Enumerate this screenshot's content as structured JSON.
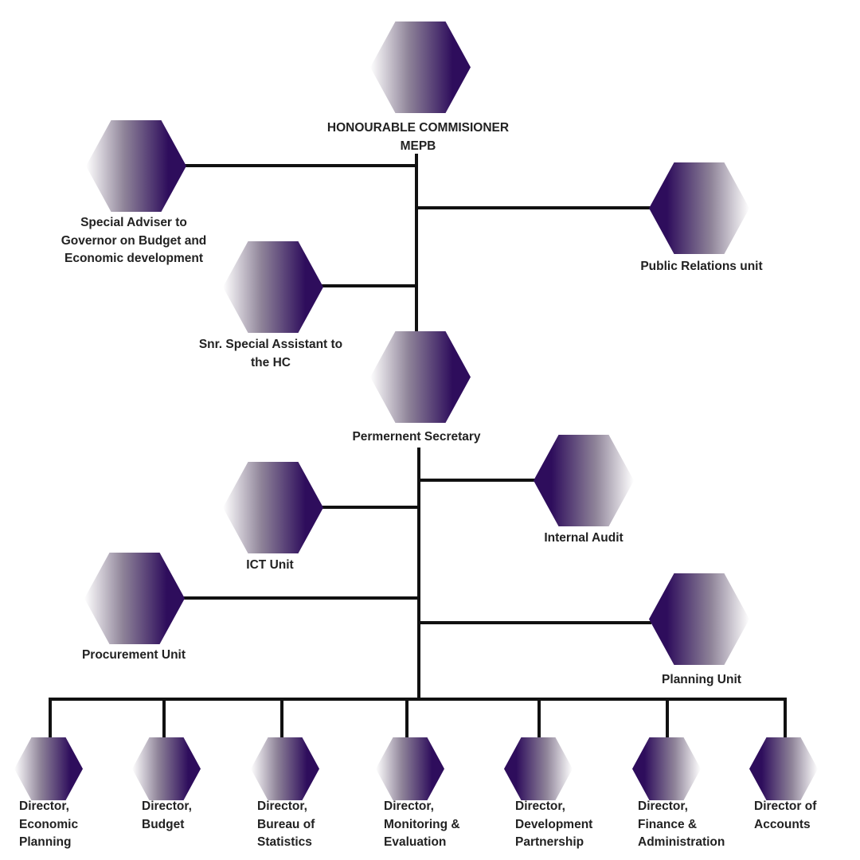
{
  "colors": {
    "hex_dark": "#2e0d5c",
    "line": "#111111",
    "text": "#222222"
  },
  "nodes": {
    "commissioner": {
      "line1": "HONOURABLE COMMISIONER",
      "line2": "MEPB"
    },
    "special_adviser": {
      "line1": "Special Adviser to",
      "line2": "Governor on Budget and",
      "line3": "Economic development"
    },
    "public_relations": {
      "line1": "Public Relations unit"
    },
    "snr_special_assistant": {
      "line1": "Snr. Special Assistant to",
      "line2": "the HC"
    },
    "permanent_secretary": {
      "line1": "Permernent Secretary"
    },
    "internal_audit": {
      "line1": "Internal Audit"
    },
    "ict_unit": {
      "line1": "ICT Unit"
    },
    "procurement_unit": {
      "line1": "Procurement Unit"
    },
    "planning_unit": {
      "line1": "Planning Unit"
    }
  },
  "directors": [
    {
      "line1": "Director,",
      "line2": "Economic",
      "line3": "Planning"
    },
    {
      "line1": "Director,",
      "line2": "Budget",
      "line3": ""
    },
    {
      "line1": "Director,",
      "line2": "Bureau of",
      "line3": "Statistics"
    },
    {
      "line1": "Director,",
      "line2": "Monitoring &",
      "line3": "Evaluation"
    },
    {
      "line1": "Director,",
      "line2": "Development",
      "line3": "Partnership"
    },
    {
      "line1": "Director,",
      "line2": "Finance &",
      "line3": "Administration"
    },
    {
      "line1": "Director of",
      "line2": "Accounts",
      "line3": ""
    }
  ]
}
